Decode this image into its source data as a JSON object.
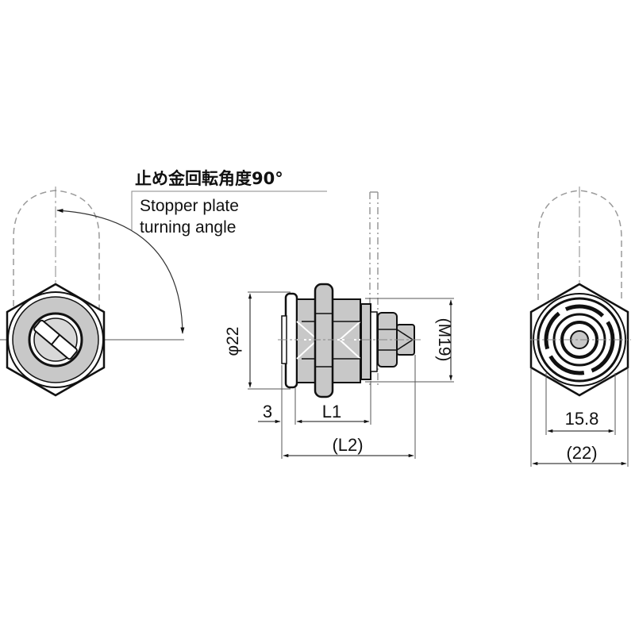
{
  "annotation": {
    "title_ja": "止め金回転角度90°",
    "line1": "Stopper plate",
    "line2": "turning angle"
  },
  "side_view": {
    "dim_diameter": "φ22",
    "dim_thread": "(M19)",
    "dim_flange": "3",
    "dim_l1": "L1",
    "dim_l2": "(L2)"
  },
  "rear_view": {
    "dim_inner": "15.8",
    "dim_outer": "(22)"
  },
  "colors": {
    "line": "#111111",
    "fill_gray": "#c8c8c8",
    "phantom": "#9a9a9a"
  }
}
